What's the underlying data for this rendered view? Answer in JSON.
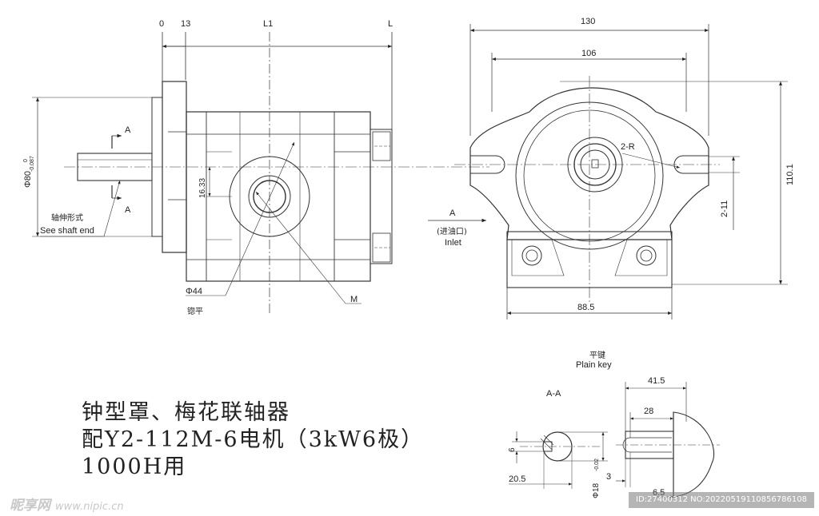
{
  "side_view": {
    "dims_top": [
      "0",
      "13",
      "L1",
      "L"
    ],
    "shaft_dia": "Φ80",
    "shaft_tol_upper": "0",
    "shaft_tol_lower": "-0.087",
    "section_mark": "A",
    "shaft_note_cn": "轴伸形式",
    "shaft_note_en": "See shaft end",
    "port_offset": "16.33",
    "port_dia": "Φ44",
    "port_note_cn": "锪平",
    "thread_label": "M"
  },
  "front_view": {
    "width_outer": "130",
    "width_inner": "106",
    "height": "110.1",
    "bottom_width": "88.5",
    "radius_label": "2-R",
    "slot_label": "2-11",
    "inlet_mark": "A",
    "inlet_cn": "(进油口)",
    "inlet_en": "Inlet"
  },
  "shaft_detail": {
    "key_cn": "平键",
    "key_en": "Plain key",
    "section_title": "A-A",
    "key_width": "6",
    "key_offset": "20.5",
    "shaft_dia": "Φ18",
    "shaft_tol": "-0.02",
    "total_len": "41.5",
    "key_len": "28",
    "shoulder": "3",
    "step": "6.5"
  },
  "caption": {
    "line1": "钟型罩、梅花联轴器",
    "line2": "配Y2-112M-6电机（3kW6极）",
    "line3": "1000H用"
  },
  "watermark": {
    "left_cn": "昵享网",
    "left_site": "www.nipic.cn",
    "right_id": "ID:27400312 NO:20220519110856786108"
  }
}
